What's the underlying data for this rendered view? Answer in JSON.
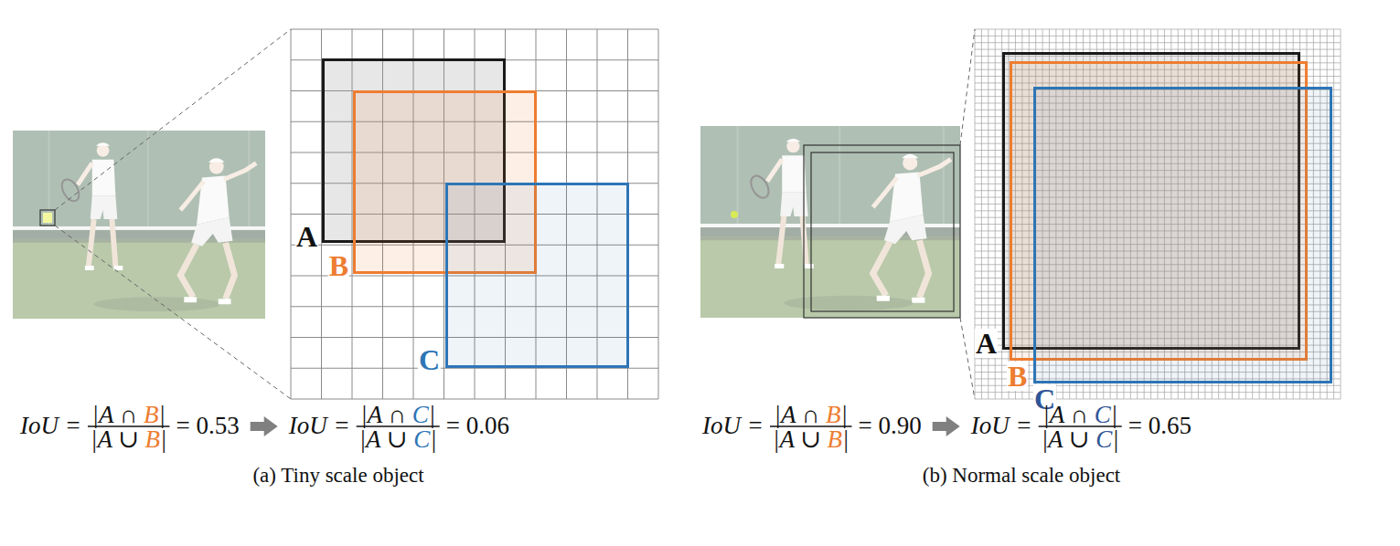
{
  "diagram": {
    "nodes": [
      {
        "text": [
          "A"
        ]
      },
      {
        "text": [
          "B"
        ]
      },
      {
        "text": [
          "C"
        ]
      },
      {
        "text": [
          "A"
        ]
      },
      {
        "text": [
          "B"
        ]
      },
      {
        "text": [
          "C"
        ]
      }
    ],
    "labels": [
      "IoU =",
      "|A ∩ B|",
      "|A ∪ B|",
      "= 0.53",
      "IoU =",
      "|A ∩ C|",
      "|A ∪ C|",
      "= 0.06",
      "(a) Tiny scale object",
      "IoU =",
      "|A ∩ B|",
      "|A ∪ B|",
      "= 0.90",
      "IoU =",
      "|A ∩ C|",
      "|A ∪ C|",
      "= 0.65",
      "(b) Normal scale object"
    ]
  }
}
